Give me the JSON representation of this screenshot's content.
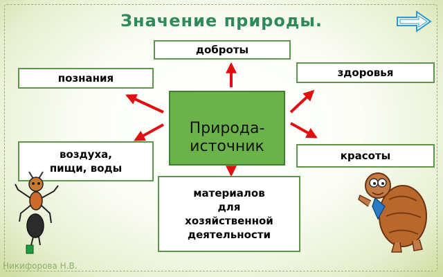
{
  "slide": {
    "title": "Значение природы.",
    "center": {
      "line1": "Природа-",
      "line2": "источник"
    },
    "boxes": {
      "kindness": "доброты",
      "health": "здоровья",
      "knowledge": "познания",
      "air_food_water": {
        "line1": "воздуха,",
        "line2": "пищи, воды"
      },
      "beauty": "красоты",
      "materials": {
        "line1": "материалов",
        "line2": "для",
        "line3": "хозяйственной",
        "line4": "деятельности"
      }
    },
    "credit": "Никифорова Н.В.",
    "icons": {
      "next": "next-arrow-icon",
      "ant": "ant-illustration-icon",
      "turtle": "turtle-illustration-icon"
    },
    "colors": {
      "title": "#2f8a5a",
      "center_fill": "#6cb24a",
      "box_border": "#5d9646",
      "arrows": "#e01010",
      "next_button": "#2e9ad0"
    }
  }
}
